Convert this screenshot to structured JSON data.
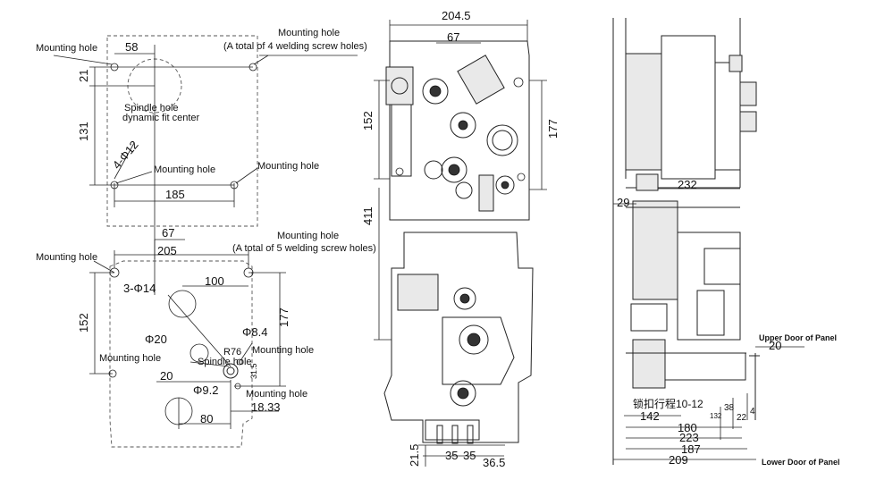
{
  "left_top_panel": {
    "mounting_hole_tl": "Mounting hole",
    "mounting_hole_tr": "Mounting hole",
    "total_welding_note": "(A total of 4 welding screw holes)",
    "spindle_line1": "Spindle hole",
    "spindle_line2": "dynamic fit center",
    "mounting_hole_mid": "Mounting hole",
    "mounting_hole_r": "Mounting hole",
    "dim_58": "58",
    "dim_21": "21",
    "dim_131": "131",
    "dim_4phi12": "4-Φ12",
    "dim_185": "185"
  },
  "left_bottom_panel": {
    "dim_67": "67",
    "dim_205": "205",
    "mounting_hole_tl": "Mounting hole",
    "mounting_hole_tr": "Mounting hole",
    "total_welding_note": "(A total of 5 welding screw holes)",
    "dim_3phi14": "3-Φ14",
    "dim_100": "100",
    "dim_152": "152",
    "dim_177": "177",
    "dim_phi8_4": "Φ8.4",
    "dim_phi20": "Φ20",
    "dim_r76": "R76",
    "mounting_hole_mid": "Mounting hole",
    "mounting_hole_left": "Mounting hole",
    "spindle_hole": "Spindle hole",
    "dim_31_5": "31.5",
    "dim_20": "20",
    "dim_phi9_2": "Φ9.2",
    "mounting_hole_bottom": "Mounting hole",
    "dim_80": "80",
    "dim_18_33": "18.33"
  },
  "center_panel": {
    "dim_204_5": "204.5",
    "dim_67": "67",
    "dim_152": "152",
    "dim_177": "177",
    "dim_411": "411",
    "dim_21_5": "21.5",
    "dim_35a": "35",
    "dim_35b": "35",
    "dim_36_5": "36.5"
  },
  "right_panel": {
    "dim_232": "232",
    "dim_29": "29",
    "upper_door": "Upper Door of Panel",
    "dim_20": "20",
    "latch_travel": "锁扣行程10-12",
    "dim_142": "142",
    "dim_38": "38",
    "dim_4": "4",
    "dim_180": "180",
    "dim_22": "22",
    "dim_223": "223",
    "dim_132": "132",
    "dim_187": "187",
    "dim_209": "209",
    "lower_door": "Lower Door of Panel"
  }
}
